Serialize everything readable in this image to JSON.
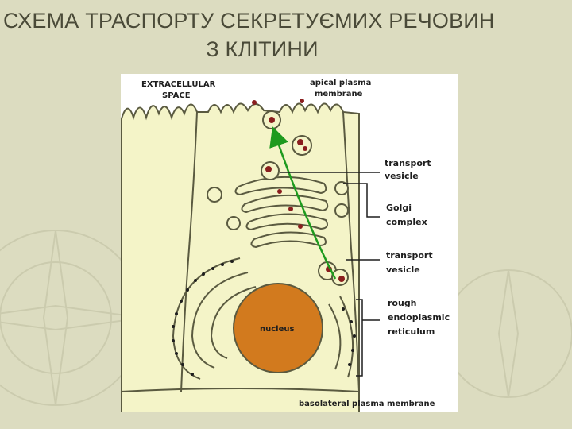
{
  "slide": {
    "title_line1": "СХЕМА ТРАСПОРТУ СЕКРЕТУЄМИХ РЕЧОВИН",
    "title_line2": "З КЛІТИНИ"
  },
  "diagram": {
    "labels": {
      "extracellular_line1": "EXTRACELLULAR",
      "extracellular_line2": "SPACE",
      "apical_line1": "apical plasma",
      "apical_line2": "membrane",
      "transport_vesicle_top_line1": "transport",
      "transport_vesicle_top_line2": "vesicle",
      "golgi_line1": "Golgi",
      "golgi_line2": "complex",
      "transport_vesicle_bottom_line1": "transport",
      "transport_vesicle_bottom_line2": "vesicle",
      "rough_er_line1": "rough",
      "rough_er_line2": "endoplasmic",
      "rough_er_line3": "reticulum",
      "nucleus": "nucleus",
      "basolateral": "basolateral plasma membrane"
    },
    "colors": {
      "cell_fill": "#f4f4c8",
      "nucleus_fill": "#d27a1e",
      "arrow": "#1e9a1e",
      "protein": "#8a1e1e"
    }
  }
}
